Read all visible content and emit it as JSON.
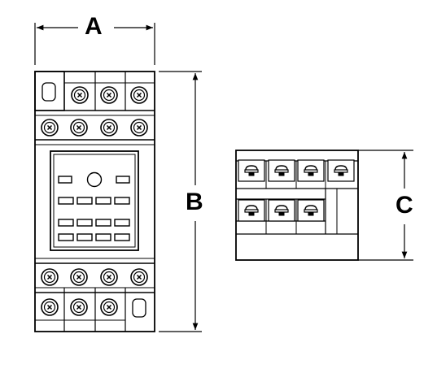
{
  "dimensions": {
    "a_label": "A",
    "b_label": "B",
    "c_label": "C"
  },
  "colors": {
    "stroke": "#000000",
    "fill": "#ffffff"
  },
  "front_view": {
    "top_screws_row1": 3,
    "top_screws_row2": 4,
    "bottom_screws_row1": 4,
    "bottom_screws_row2": 3,
    "indicator_rows": 3
  },
  "side_view": {
    "top_row_terminals": 4,
    "bottom_row_terminals": 3
  }
}
